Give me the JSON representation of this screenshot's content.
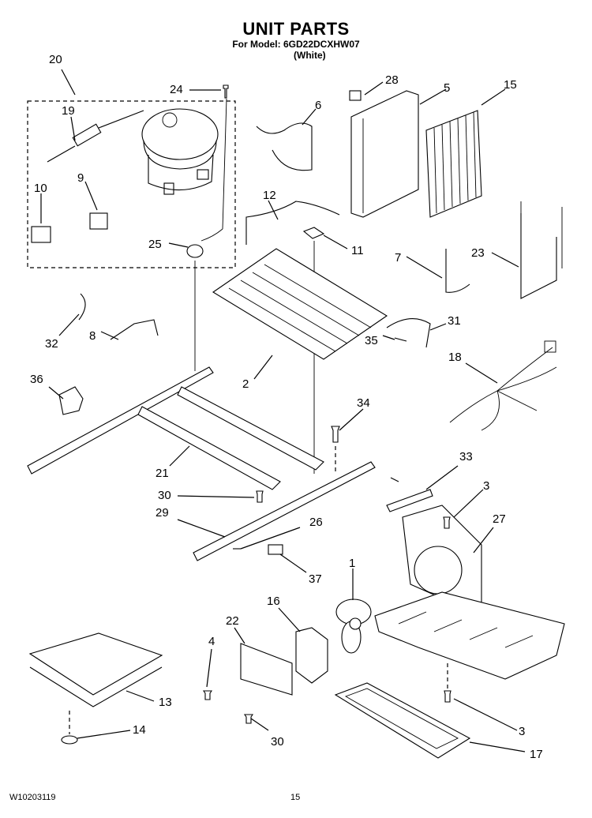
{
  "header": {
    "title": "UNIT PARTS",
    "model_line": "For Model: 6GD22DCXHW07",
    "color_line": "(White)"
  },
  "footer": {
    "doc_number": "W10203119",
    "page_number": "15"
  },
  "callouts": [
    "20",
    "19",
    "24",
    "28",
    "5",
    "15",
    "6",
    "10",
    "9",
    "12",
    "25",
    "11",
    "7",
    "23",
    "32",
    "8",
    "2",
    "31",
    "35",
    "18",
    "36",
    "34",
    "21",
    "33",
    "30",
    "3",
    "29",
    "26",
    "27",
    "37",
    "1",
    "22",
    "16",
    "4",
    "13",
    "14",
    "30",
    "3",
    "17"
  ]
}
